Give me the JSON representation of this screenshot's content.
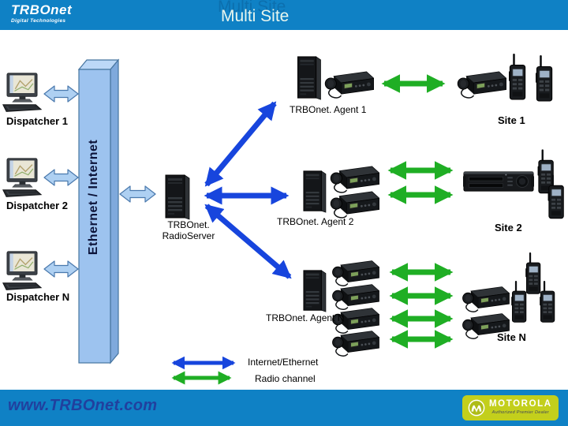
{
  "header": {
    "title": "Multi Site",
    "brand": "TRBOnet",
    "brand_tagline": "Digital Technologies"
  },
  "backbone": {
    "label": "Ethernet / Internet"
  },
  "dispatchers": {
    "d1": "Dispatcher 1",
    "d2": "Dispatcher 2",
    "dn": "Dispatcher N"
  },
  "radio_server": {
    "line1": "TRBOnet.",
    "line2": "RadioServer"
  },
  "agents": {
    "a1": "TRBOnet. Agent 1",
    "a2": "TRBOnet. Agent 2",
    "an": "TRBOnet. Agent N"
  },
  "sites": {
    "s1": "Site 1",
    "s2": "Site 2",
    "sn": "Site N"
  },
  "legend": {
    "internet": "Internet/Ethernet",
    "radio": "Radio channel"
  },
  "footer": {
    "url": "www.TRBOnet.com",
    "motorola_brand": "MOTOROLA",
    "motorola_tagline": "Authorized Premier Dealer"
  },
  "icons": {
    "dispatcher": "desktop-computer-icon",
    "server": "server-tower-icon",
    "mobile_radio": "mobile-radio-icon",
    "handheld_radio": "portable-radio-icon",
    "repeater": "repeater-icon",
    "blue_link": "ethernet-link-arrow",
    "green_link": "radio-channel-arrow"
  },
  "colors": {
    "header_bg": "#0f81c5",
    "accent_blue": "#1745dd",
    "accent_green": "#1fae24",
    "bar_fill": "#9dc3ef",
    "badge_bg": "#c3cf1c",
    "footer_link": "#21409e"
  }
}
